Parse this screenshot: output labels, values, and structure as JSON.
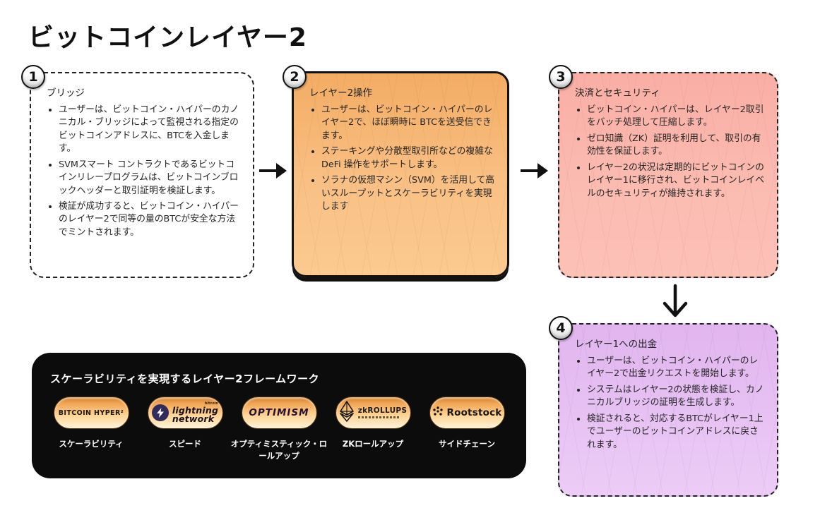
{
  "page": {
    "title": "ビットコインレイヤー2"
  },
  "steps": [
    {
      "number": "1",
      "title": "ブリッジ",
      "bullets": [
        "ユーザーは、ビットコイン・ハイパーのカノニカル・ブリッジによって監視される指定のビットコインアドレスに、BTCを入金します。",
        "SVMスマート コントラクトであるビットコインリレープログラムは、ビットコインブロックヘッダーと取引証明を検証します。",
        "検証が成功すると、ビットコイン・ハイパーのレイヤー2で同等の量のBTCが安全な方法でミントされます。"
      ]
    },
    {
      "number": "2",
      "title": "レイヤー2操作",
      "bullets": [
        "ユーザーは、ビットコイン・ハイパーのレイヤー2で、ほぼ瞬時に BTCを送受信できます。",
        "ステーキングや分散型取引所などの複雑なDeFi 操作をサポートします。",
        "ソラナの仮想マシン（SVM）を活用して高いスループットとスケーラビリティを実現します"
      ]
    },
    {
      "number": "3",
      "title": "決済とセキュリティ",
      "bullets": [
        "ビットコイン・ハイパーは、レイヤー2取引をバッチ処理して圧縮します。",
        "ゼロ知識（ZK）証明を利用して、取引の有効性を保証します。",
        "レイヤー2の状況は定期的にビットコインのレイヤー1に移行され、ビットコインレイベルのセキュリティが維持されます。"
      ]
    },
    {
      "number": "4",
      "title": "レイヤー1への出金",
      "bullets": [
        "ユーザーは、ビットコイン・ハイパーのレイヤー2で出金リクエストを開始します。",
        "システムはレイヤー2の状態を検証し、カノニカルブリッジの証明を生成します。",
        "検証されると、対応するBTCがレイヤー1上でユーザーのビットコインアドレスに戻されます。"
      ]
    }
  ],
  "framework_panel": {
    "heading": "スケーラビリティを実現するレイヤー2フレームワーク",
    "items": [
      {
        "logo": "BITCOIN HYPER²",
        "label": "スケーラビリティ"
      },
      {
        "logo_top": "bitcoin",
        "logo_line1": "lightning",
        "logo_line2": "network",
        "label": "スピード"
      },
      {
        "logo": "OPTIMISM",
        "label": "オプティミスティック・ロールアップ"
      },
      {
        "logo": "zkROLLUPS",
        "label": "ZKロールアップ"
      },
      {
        "logo": "Rootstock",
        "label": "サイドチェーン"
      }
    ]
  },
  "icons": {
    "arrow_right": "→",
    "arrow_down": "↓",
    "lightning_bolt": "⚡",
    "eth_diamond": "◇",
    "rootstock_flower": "❋"
  },
  "colors": {
    "box_orange": "#f9c085",
    "box_pink": "#fbbbb1",
    "box_purple": "#e7c2f3",
    "panel_black": "#0c0c0c",
    "pill_orange_top": "#d07e2c",
    "pill_orange_bottom": "#fff3da"
  }
}
